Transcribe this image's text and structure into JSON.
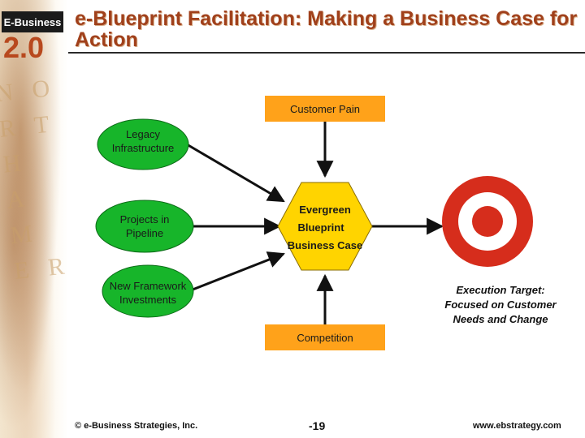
{
  "logo": {
    "brand": "E-Business",
    "version": "2.0"
  },
  "title": "e-Blueprint Facilitation: Making a Business Case for Action",
  "diagram": {
    "customer_pain": "Customer Pain",
    "legacy": "Legacy Infrastructure",
    "projects": "Projects in Pipeline",
    "new_framework": "New Framework Investments",
    "center": {
      "line1": "Evergreen",
      "line2": "Blueprint",
      "line3": "Business Case"
    },
    "competition": "Competition",
    "execution_target": {
      "line1": "Execution Target:",
      "line2": "Focused on Customer",
      "line3": "Needs and Change"
    }
  },
  "colors": {
    "title": "#a0401b",
    "orange_box": "#ffa21a",
    "green_node": "#17b52a",
    "hexagon": "#ffd400",
    "target_red": "#d62d1c"
  },
  "footer": {
    "copyright": "© e-Business Strategies, Inc.",
    "page": "-19",
    "website": "www.ebstrategy.com"
  }
}
